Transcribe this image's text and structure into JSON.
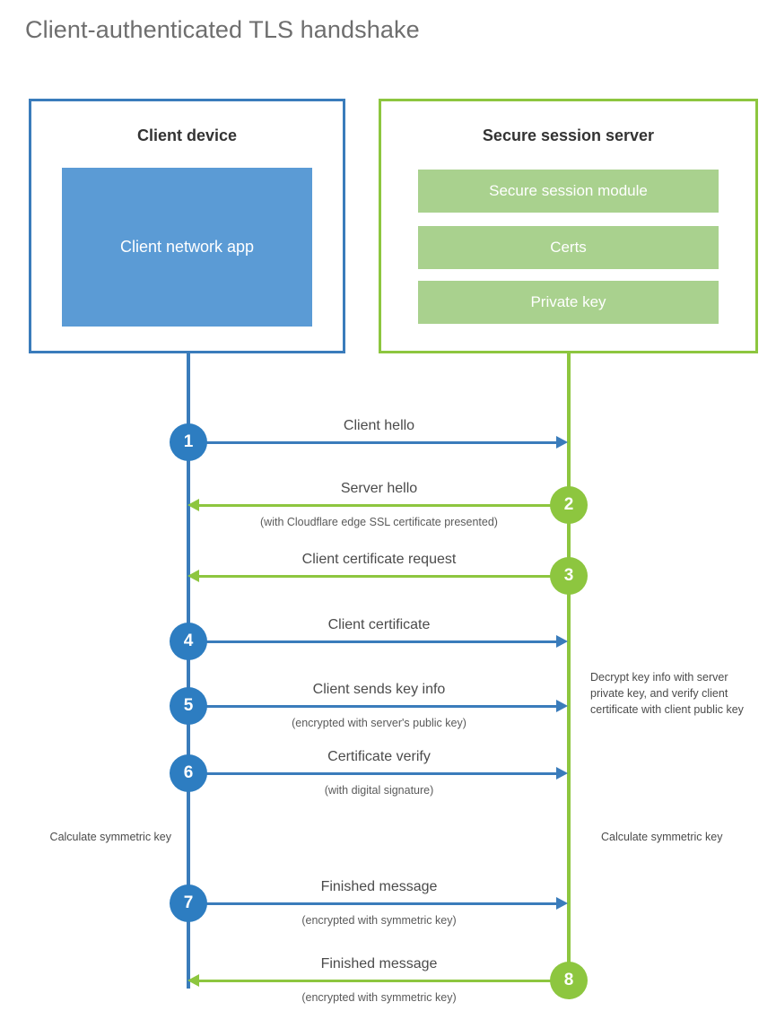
{
  "title": "Client-authenticated TLS handshake",
  "participants": {
    "client": {
      "title": "Client device",
      "block": "Client network app",
      "border_color": "#3a7cbb",
      "block_color": "#5b9bd5"
    },
    "server": {
      "title": "Secure session server",
      "blocks": [
        "Secure session module",
        "Certs",
        "Private key"
      ],
      "border_color": "#8dc63f",
      "block_color": "#a9d18e"
    }
  },
  "colors": {
    "blue": "#3a7cbb",
    "blue_circle": "#2d7dc1",
    "green": "#8dc63f",
    "text": "#4b4b4b",
    "title": "#6e6e6e"
  },
  "messages": [
    {
      "step": "1",
      "label": "Client hello",
      "sublabel": "",
      "direction": "client-to-server",
      "color": "blue"
    },
    {
      "step": "2",
      "label": "Server hello",
      "sublabel": "(with Cloudflare edge SSL certificate presented)",
      "direction": "server-to-client",
      "color": "green"
    },
    {
      "step": "3",
      "label": "Client certificate request",
      "sublabel": "",
      "direction": "server-to-client",
      "color": "green"
    },
    {
      "step": "4",
      "label": "Client certificate",
      "sublabel": "",
      "direction": "client-to-server",
      "color": "blue"
    },
    {
      "step": "5",
      "label": "Client sends key info",
      "sublabel": "(encrypted with server's public key)",
      "direction": "client-to-server",
      "color": "blue"
    },
    {
      "step": "6",
      "label": "Certificate verify",
      "sublabel": "(with digital signature)",
      "direction": "client-to-server",
      "color": "blue"
    },
    {
      "step": "7",
      "label": "Finished message",
      "sublabel": "(encrypted with symmetric key)",
      "direction": "client-to-server",
      "color": "blue"
    },
    {
      "step": "8",
      "label": "Finished message",
      "sublabel": "(encrypted with symmetric key)",
      "direction": "server-to-client",
      "color": "green"
    }
  ],
  "notes": {
    "decrypt": "Decrypt key info with server private key, and verify client certificate with client public key",
    "calculate_client": "Calculate symmetric key",
    "calculate_server": "Calculate symmetric key"
  }
}
